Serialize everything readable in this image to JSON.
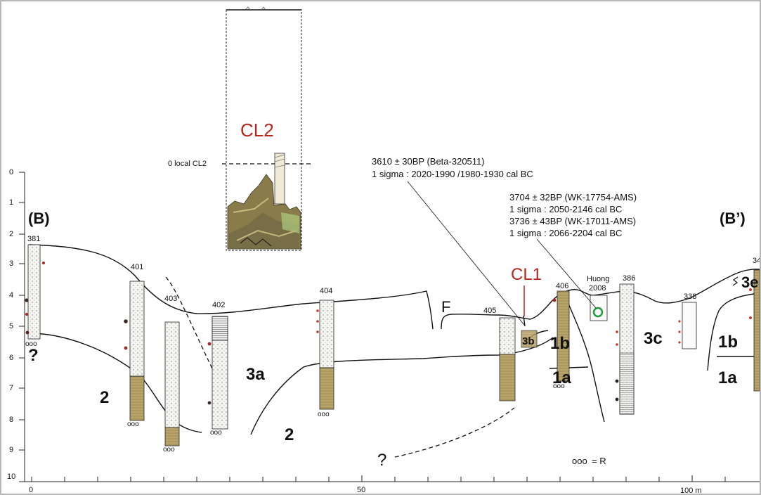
{
  "section": {
    "left_label": "(B)",
    "right_label": "(B’)",
    "depth_ticks": [
      "0",
      "1",
      "2",
      "3",
      "4",
      "5",
      "6",
      "7",
      "8",
      "9",
      "10"
    ],
    "distance_ticks": [
      "0",
      "50",
      "100 m"
    ]
  },
  "inset": {
    "title": "CL2",
    "datum_label": "0 local CL2"
  },
  "cores": [
    {
      "id": "381"
    },
    {
      "id": "401"
    },
    {
      "id": "403"
    },
    {
      "id": "402"
    },
    {
      "id": "404"
    },
    {
      "id": "405"
    },
    {
      "id": "406"
    },
    {
      "id": "386"
    },
    {
      "id": "338"
    },
    {
      "id": "34"
    }
  ],
  "huong": {
    "name": "Huong",
    "year": "2008"
  },
  "units": {
    "u_2_left": "2",
    "u_2_mid": "2",
    "u_3a": "3a",
    "u_3b": "3b",
    "u_1b": "1b",
    "u_1a": "1a",
    "u_3c": "3c",
    "u_1b_right": "1b",
    "u_1a_right": "1a",
    "u_3e": "3e",
    "q_left": "?",
    "q_bottom": "?"
  },
  "fault_label": "F",
  "cl1_label": "CL1",
  "dates": {
    "beta": {
      "line1": "3610 ± 30BP (Beta-320511)",
      "line2": "1 sigma : 2020-1990 /1980-1930 cal BC"
    },
    "wk": {
      "line1": "3704 ± 32BP (WK-17754-AMS)",
      "line2": "1 sigma : 2050-2146 cal BC",
      "line3": "3736 ± 43BP (WK-17011-AMS)",
      "line4": "1 sigma : 2066-2204 cal BC"
    }
  },
  "legend": {
    "symbol": "ooo",
    "text": "= R"
  },
  "colors": {
    "sand": "#b9a46a",
    "red_label": "#b6261d",
    "marker_green": "#1a9a3a"
  }
}
